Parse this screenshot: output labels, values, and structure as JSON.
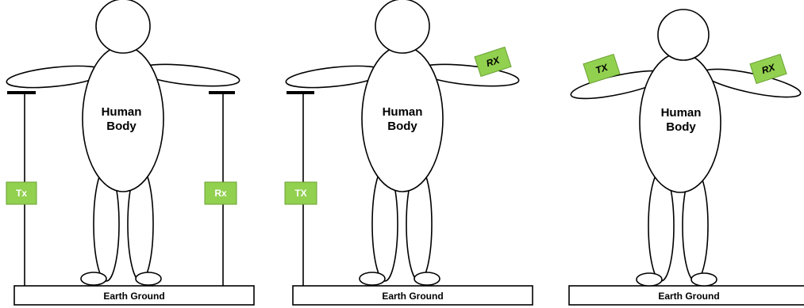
{
  "colors": {
    "node_fill": "#92d050",
    "outline": "#000000",
    "background": "#ffffff"
  },
  "panels": [
    {
      "body_label_line1": "Human",
      "body_label_line2": "Body",
      "tx_label": "Tx",
      "rx_label": "Rx",
      "ground_label": "Earth Ground"
    },
    {
      "body_label_line1": "Human",
      "body_label_line2": "Body",
      "tx_label": "TX",
      "rx_label": "RX",
      "ground_label": "Earth Ground"
    },
    {
      "body_label_line1": "Human",
      "body_label_line2": "Body",
      "tx_label": "TX",
      "rx_label": "RX",
      "ground_label": "Earth Ground"
    }
  ]
}
